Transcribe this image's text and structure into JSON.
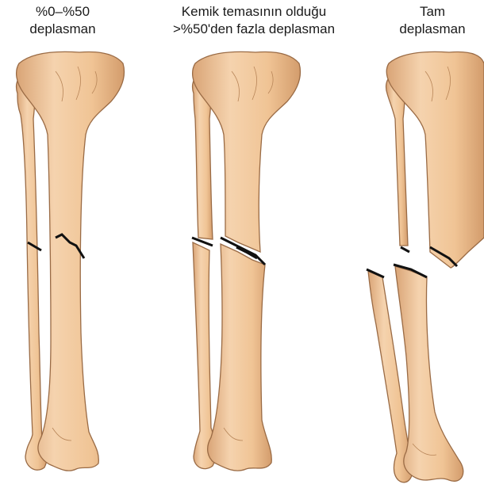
{
  "captions": [
    {
      "line1": "%0–%50",
      "line2": "deplasman"
    },
    {
      "line1": "Kemik temasının olduğu",
      "line2": ">%50'den fazla deplasman"
    },
    {
      "line1": "Tam",
      "line2": "deplasman"
    }
  ],
  "colors": {
    "bone_fill": "#f2c9a0",
    "bone_shade": "#d9a476",
    "bone_outline": "#9a6b45",
    "fracture_line": "#111111"
  }
}
